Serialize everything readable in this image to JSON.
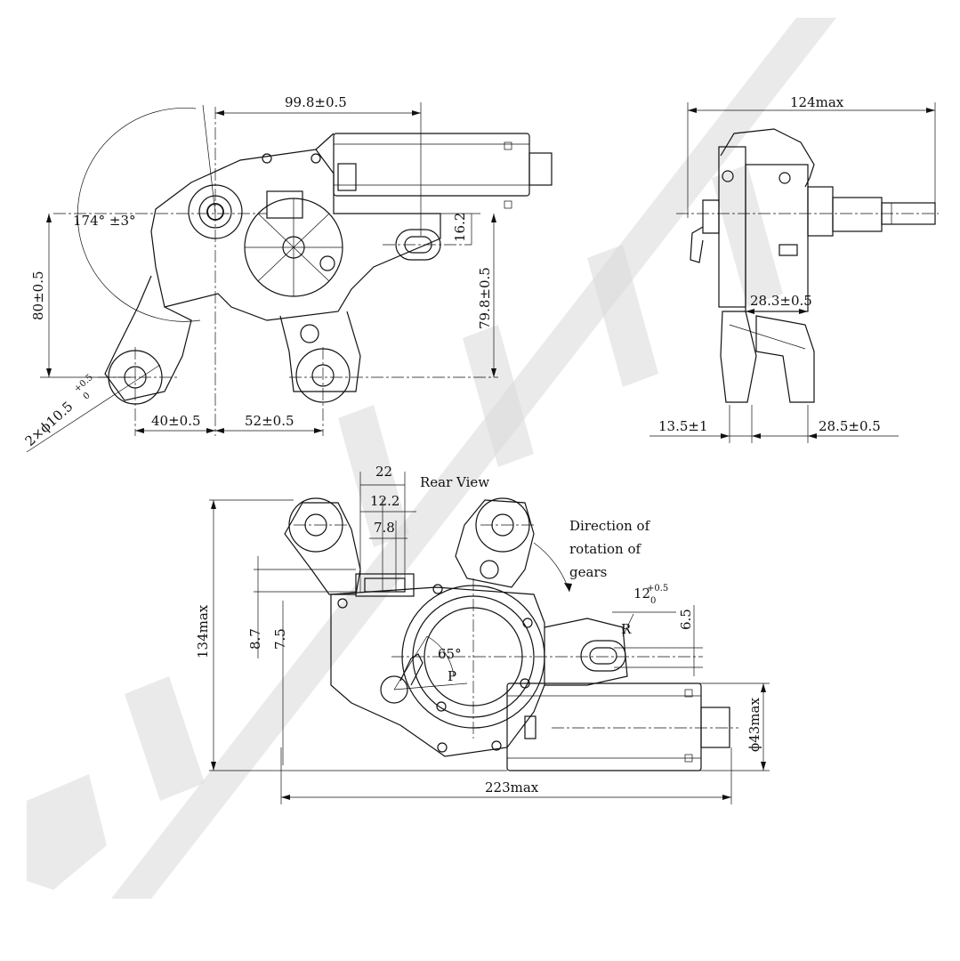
{
  "watermark": "ZENNINEX",
  "views": {
    "front": {
      "dims": {
        "width_top": "99.8±0.5",
        "angle": "174° ±3°",
        "height_left": "80±0.5",
        "offset_right": "16.2",
        "height_right": "79.8±0.5",
        "hole_prefix": "2×ϕ10.5",
        "hole_tol_upper": "+0.5",
        "hole_tol_lower": "0",
        "bottom_left": "40±0.5",
        "bottom_right": "52±0.5"
      }
    },
    "side": {
      "dims": {
        "width_top": "124max",
        "mid": "28.3±0.5",
        "bottom_left": "13.5±1",
        "bottom_right": "28.5±0.5"
      }
    },
    "rear": {
      "title": "Rear View",
      "note_lines": [
        "Direction of",
        "rotation of",
        "gears"
      ],
      "dims": {
        "top1": "22",
        "top2": "12.2",
        "top3": "7.8",
        "left_a": "8.7",
        "left_b": "7.5",
        "height": "134max",
        "angle": "65°",
        "p_label": "P",
        "r_label": "R",
        "slot": "12",
        "slot_tol_upper": "+0.5",
        "slot_tol_lower": "0",
        "slot_offset": "6.5",
        "diameter": "ϕ43max",
        "width": "223max"
      }
    }
  }
}
